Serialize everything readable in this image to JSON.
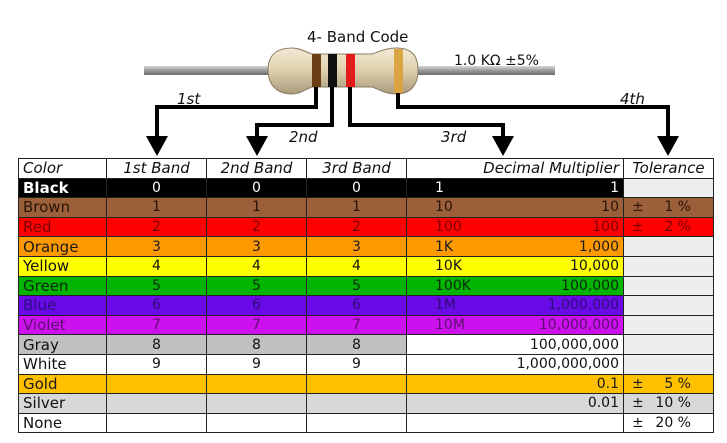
{
  "header": {
    "title": "4- Band Code",
    "value_label": "1.0 KΩ  ±5%"
  },
  "arrows": {
    "first": "1st",
    "second": "2nd",
    "third": "3rd",
    "fourth": "4th"
  },
  "band_colors": [
    "#6b3f16",
    "#111111",
    "#e31b1b",
    "#d9a441"
  ],
  "table": {
    "headers": {
      "color": "Color",
      "first_band": "1st Band",
      "second_band": "2nd Band",
      "third_band": "3rd Band",
      "multiplier": "Decimal Multiplier",
      "tolerance": "Tolerance"
    },
    "rows": [
      {
        "name": "Black",
        "bg": "#000000",
        "fg": "#ffffff",
        "b1": "0",
        "b2": "0",
        "b3": "0",
        "ms": "1",
        "ml": "1",
        "sign": "",
        "tol": "",
        "tolbg": "#eeeeee"
      },
      {
        "name": "Brown",
        "bg": "#9b5f3a",
        "fg": "#2a1408",
        "b1": "1",
        "b2": "1",
        "b3": "1",
        "ms": "10",
        "ml": "10",
        "sign": "±",
        "tol": "1 %",
        "tolbg": "#9b5f3a"
      },
      {
        "name": "Red",
        "bg": "#ff0000",
        "fg": "#7a0000",
        "b1": "2",
        "b2": "2",
        "b3": "2",
        "ms": "100",
        "ml": "100",
        "sign": "±",
        "tol": "2 %",
        "tolbg": "#ff0000"
      },
      {
        "name": "Orange",
        "bg": "#ff9900",
        "fg": "#1a1a1a",
        "b1": "3",
        "b2": "3",
        "b3": "3",
        "ms": "1K",
        "ml": "1,000",
        "sign": "",
        "tol": "",
        "tolbg": "#eeeeee"
      },
      {
        "name": "Yellow",
        "bg": "#ffff00",
        "fg": "#111111",
        "b1": "4",
        "b2": "4",
        "b3": "4",
        "ms": "10K",
        "ml": "10,000",
        "sign": "",
        "tol": "",
        "tolbg": "#eeeeee"
      },
      {
        "name": "Green",
        "bg": "#00b400",
        "fg": "#0b2a0b",
        "b1": "5",
        "b2": "5",
        "b3": "5",
        "ms": "100K",
        "ml": "100,000",
        "sign": "",
        "tol": "",
        "tolbg": "#eeeeee"
      },
      {
        "name": "Blue",
        "bg": "#6a0ae6",
        "fg": "#2e0e7a",
        "b1": "6",
        "b2": "6",
        "b3": "6",
        "ms": "1M",
        "ml": "1,000,000",
        "sign": "",
        "tol": "",
        "tolbg": "#eeeeee"
      },
      {
        "name": "Violet",
        "bg": "#cc11ee",
        "fg": "#5e0e70",
        "b1": "7",
        "b2": "7",
        "b3": "7",
        "ms": "10M",
        "ml": "10,000,000",
        "sign": "",
        "tol": "",
        "tolbg": "#eeeeee"
      },
      {
        "name": "Gray",
        "bg": "#c0c0c0",
        "fg": "#111111",
        "b1": "8",
        "b2": "8",
        "b3": "8",
        "ms": "",
        "ml": "100,000,000",
        "sign": "",
        "tol": "",
        "tolbg": "#eeeeee"
      },
      {
        "name": "White",
        "bg": "#ffffff",
        "fg": "#111111",
        "b1": "9",
        "b2": "9",
        "b3": "9",
        "ms": "",
        "ml": "1,000,000,000",
        "sign": "",
        "tol": "",
        "tolbg": "#eeeeee"
      },
      {
        "name": "Gold",
        "bg": "#ffc000",
        "fg": "#1a1a1a",
        "b1": "",
        "b2": "",
        "b3": "",
        "ms": "",
        "ml": "0.1",
        "sign": "±",
        "tol": "5 %",
        "tolbg": "#ffc000"
      },
      {
        "name": "Silver",
        "bg": "#d8d8d8",
        "fg": "#111111",
        "b1": "",
        "b2": "",
        "b3": "",
        "ms": "",
        "ml": "0.01",
        "sign": "±",
        "tol": "10 %",
        "tolbg": "#d8d8d8"
      },
      {
        "name": "None",
        "bg": "#ffffff",
        "fg": "#111111",
        "b1": "",
        "b2": "",
        "b3": "",
        "ms": "",
        "ml": "",
        "sign": "±",
        "tol": "20 %",
        "tolbg": "#ffffff"
      }
    ]
  }
}
